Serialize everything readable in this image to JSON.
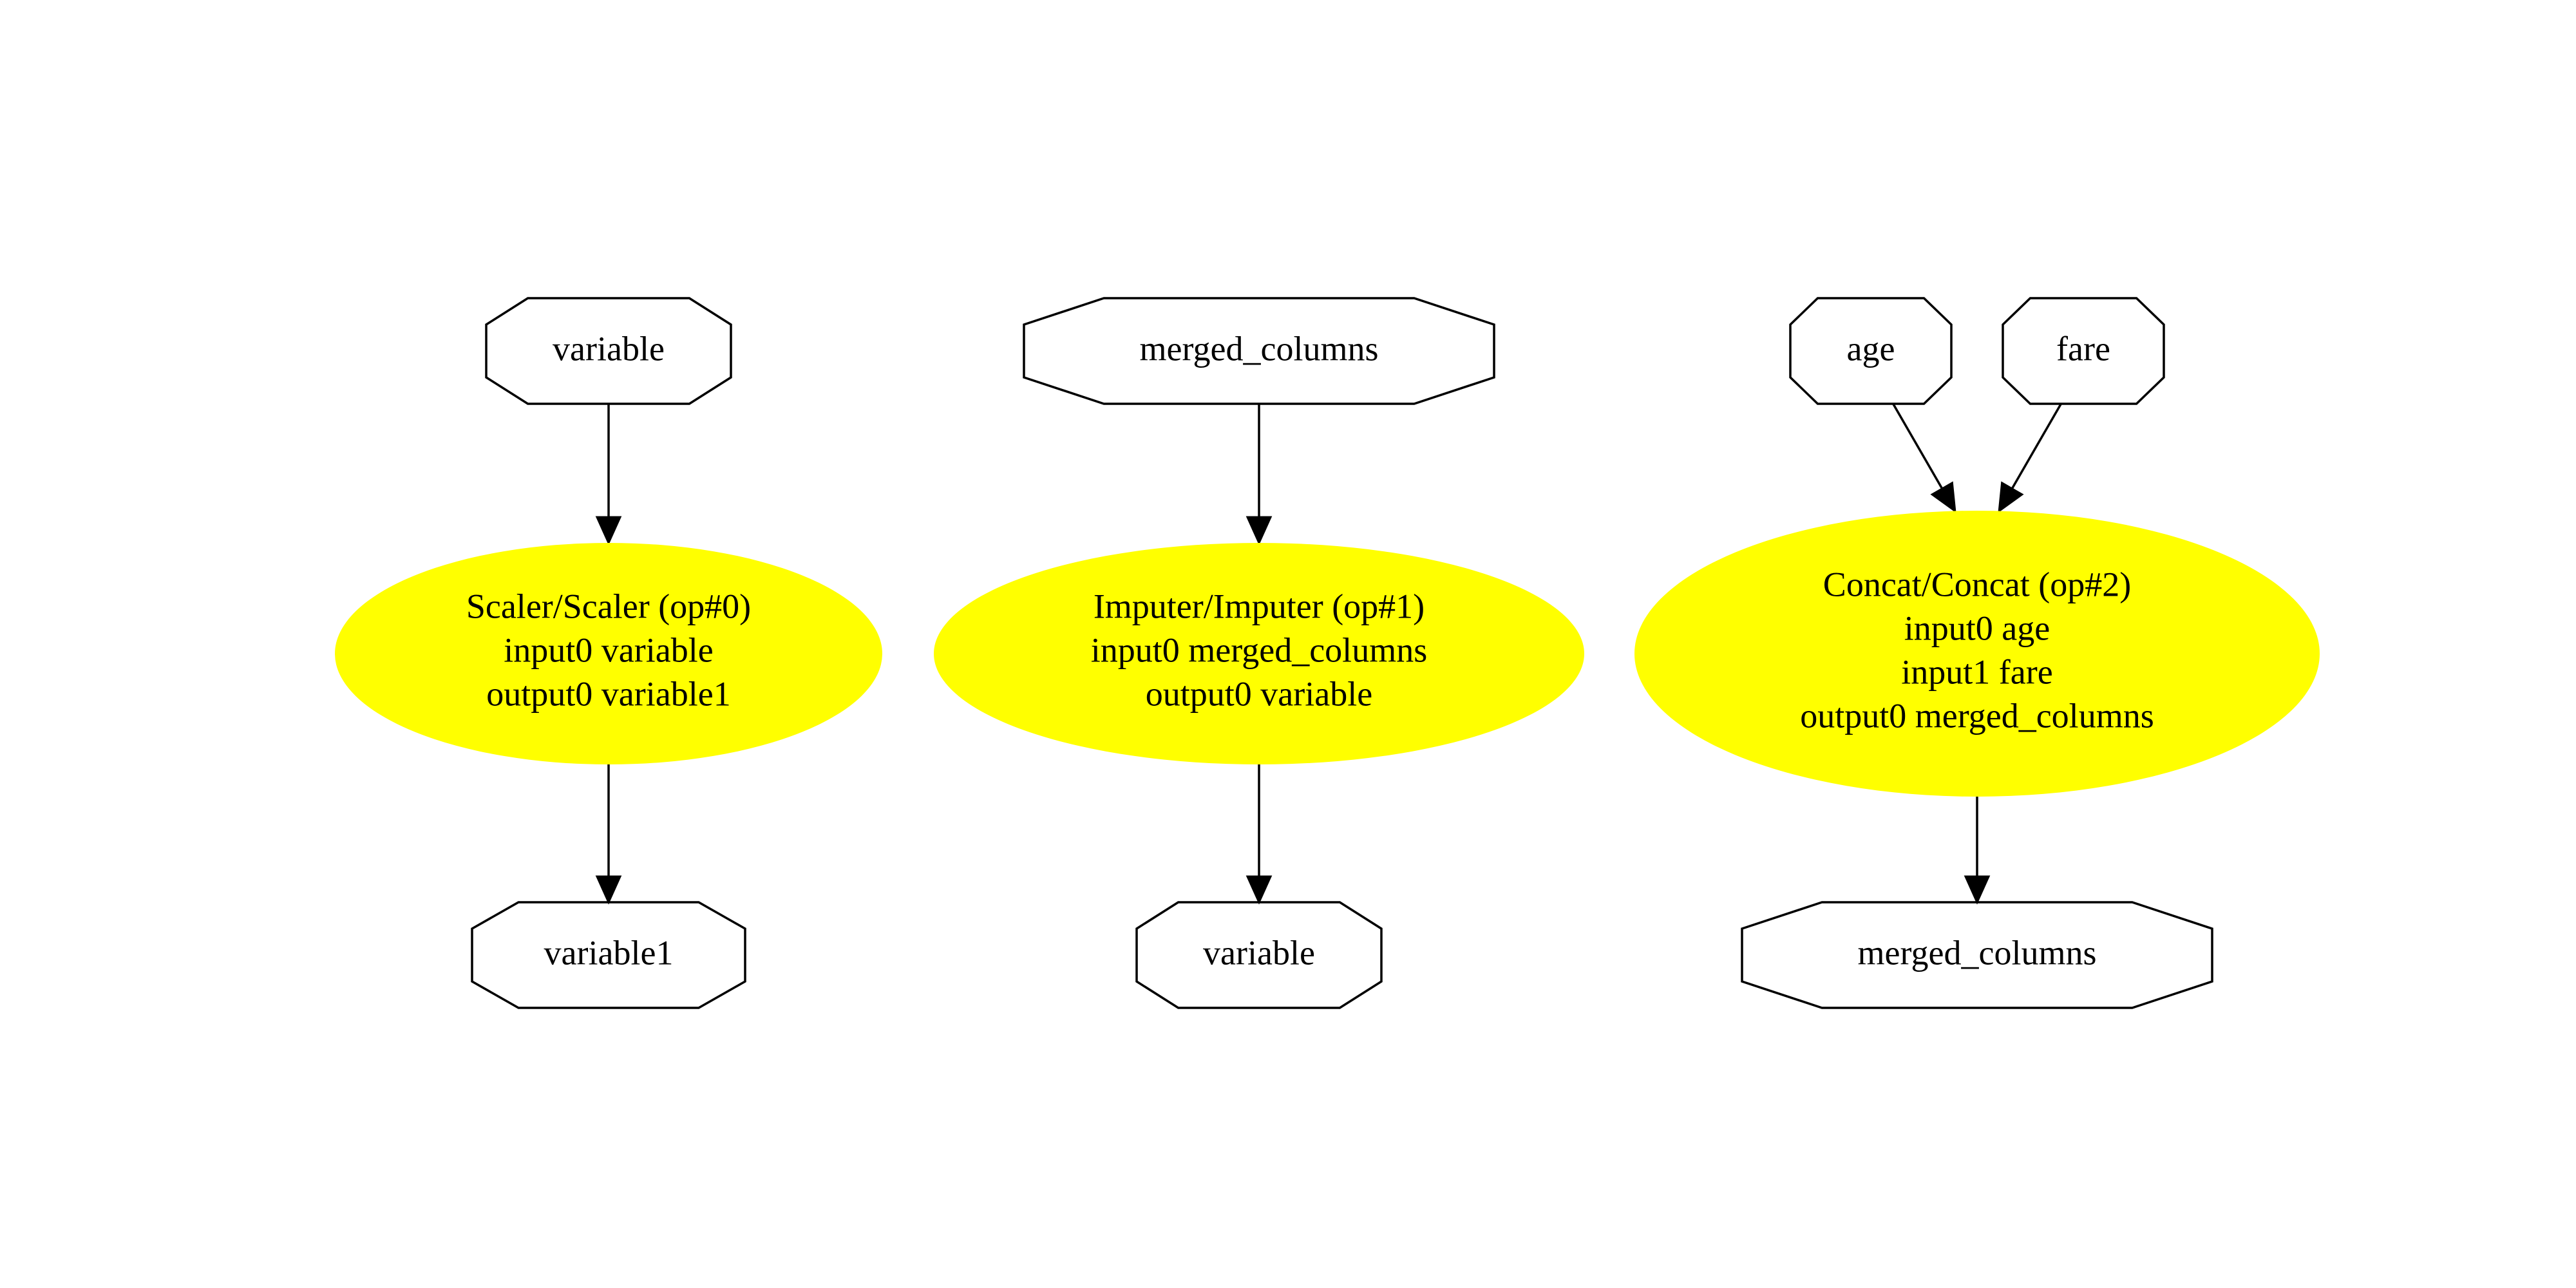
{
  "colors": {
    "op_fill": "#ffff00",
    "stroke": "#000000",
    "background": "#ffffff"
  },
  "nodes": {
    "in_variable": {
      "label": "variable",
      "shape": "octagon"
    },
    "in_merged_columns": {
      "label": "merged_columns",
      "shape": "octagon"
    },
    "in_age": {
      "label": "age",
      "shape": "octagon"
    },
    "in_fare": {
      "label": "fare",
      "shape": "octagon"
    },
    "out_variable1": {
      "label": "variable1",
      "shape": "octagon"
    },
    "out_variable": {
      "label": "variable",
      "shape": "octagon"
    },
    "out_merged_columns": {
      "label": "merged_columns",
      "shape": "octagon"
    }
  },
  "ops": {
    "scaler": {
      "shape": "ellipse",
      "lines": [
        "Scaler/Scaler (op#0)",
        "input0 variable",
        "output0 variable1"
      ]
    },
    "imputer": {
      "shape": "ellipse",
      "lines": [
        "Imputer/Imputer (op#1)",
        "input0 merged_columns",
        "output0 variable"
      ]
    },
    "concat": {
      "shape": "ellipse",
      "lines": [
        "Concat/Concat (op#2)",
        "input0 age",
        "input1 fare",
        "output0 merged_columns"
      ]
    }
  },
  "edges": [
    {
      "from": "in_variable",
      "to": "scaler"
    },
    {
      "from": "scaler",
      "to": "out_variable1"
    },
    {
      "from": "in_merged_columns",
      "to": "imputer"
    },
    {
      "from": "imputer",
      "to": "out_variable"
    },
    {
      "from": "in_age",
      "to": "concat"
    },
    {
      "from": "in_fare",
      "to": "concat"
    },
    {
      "from": "concat",
      "to": "out_merged_columns"
    }
  ]
}
